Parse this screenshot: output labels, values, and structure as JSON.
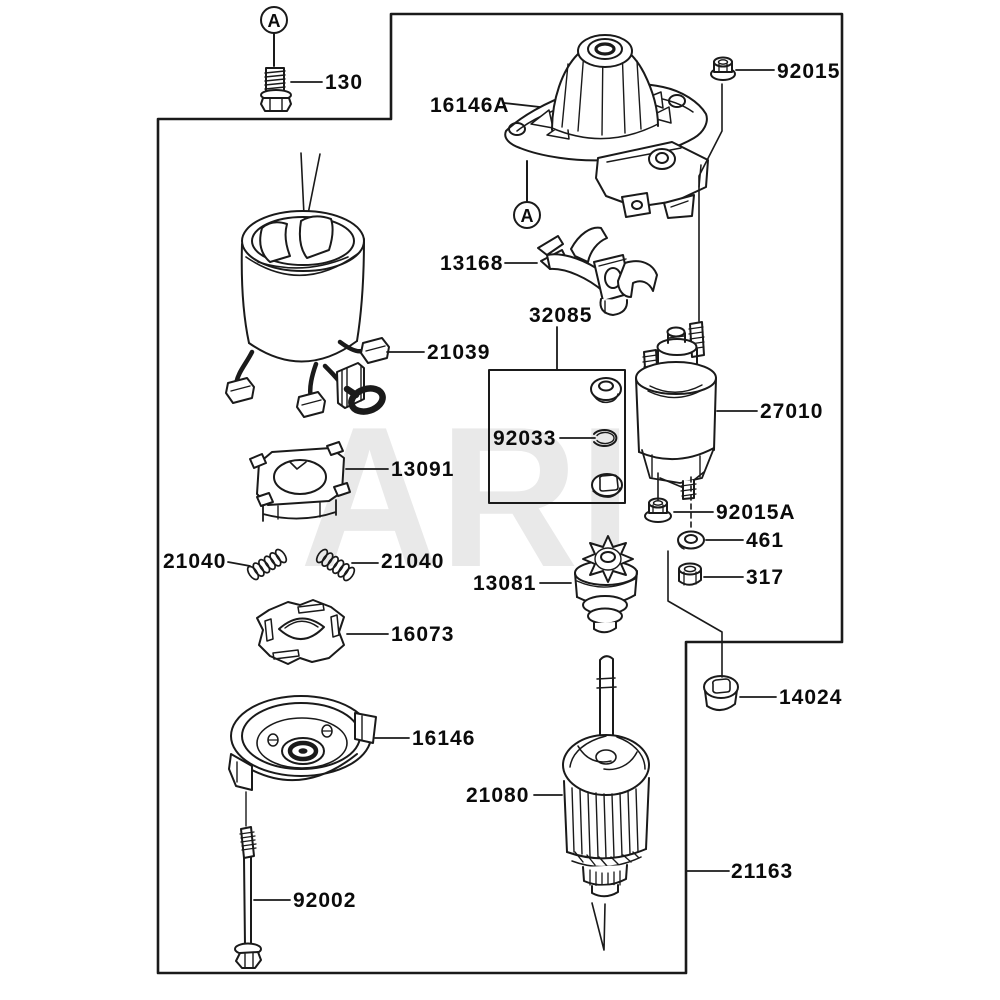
{
  "diagram": {
    "watermark": "ARI",
    "callout_a": "A",
    "parts": {
      "p130": "130",
      "p16146a": "16146A",
      "p92015": "92015",
      "p13168": "13168",
      "p32085": "32085",
      "p21039": "21039",
      "p92033": "92033",
      "p27010": "27010",
      "p13091": "13091",
      "p21040": "21040",
      "p16073": "16073",
      "p13081": "13081",
      "p92015a": "92015A",
      "p461": "461",
      "p317": "317",
      "p16146": "16146",
      "p14024": "14024",
      "p21080": "21080",
      "p92002": "92002",
      "p21163": "21163"
    },
    "colors": {
      "line": "#1a1a1a",
      "background": "#ffffff",
      "watermark": "#e9e9e9"
    }
  }
}
